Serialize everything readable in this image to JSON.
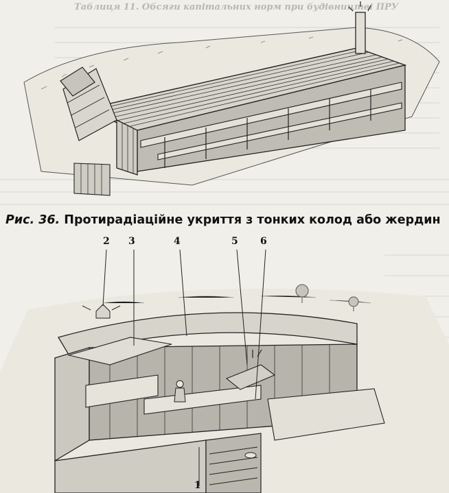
{
  "top_bleed": {
    "title": "Таблиця 11. Обсяги капітальних норм при будівництві ПРУ"
  },
  "figure_36": {
    "label": "Рис. 36.",
    "title": "Протирадіаційне укриття з тонких колод або жердин"
  },
  "figure_37": {
    "callouts": [
      "1",
      "2",
      "3",
      "4",
      "5",
      "6"
    ]
  }
}
